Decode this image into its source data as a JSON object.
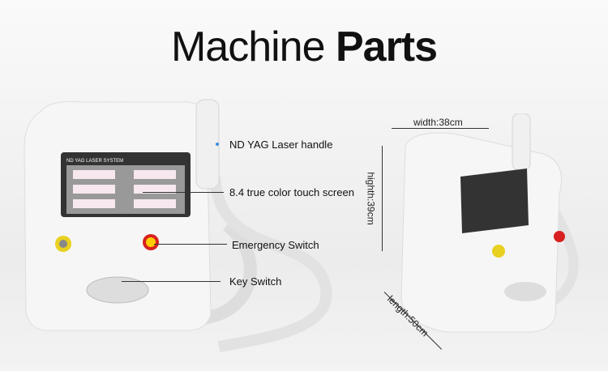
{
  "title": {
    "regular": "Machine",
    "bold": "Parts"
  },
  "screen_header": "ND YAG LASER SYSTEM",
  "callouts": [
    "ND YAG Laser handle",
    "8.4 true color touch screen",
    "Emergency Switch",
    "Key Switch"
  ],
  "dimensions": {
    "width": "width:38cm",
    "height": "highth:39cm",
    "length": "length:50cm"
  },
  "colors": {
    "body": "#f4f4f4",
    "emergency": "#d82020",
    "key_ring": "#e8d020",
    "pointer": "#3a8fe0"
  }
}
